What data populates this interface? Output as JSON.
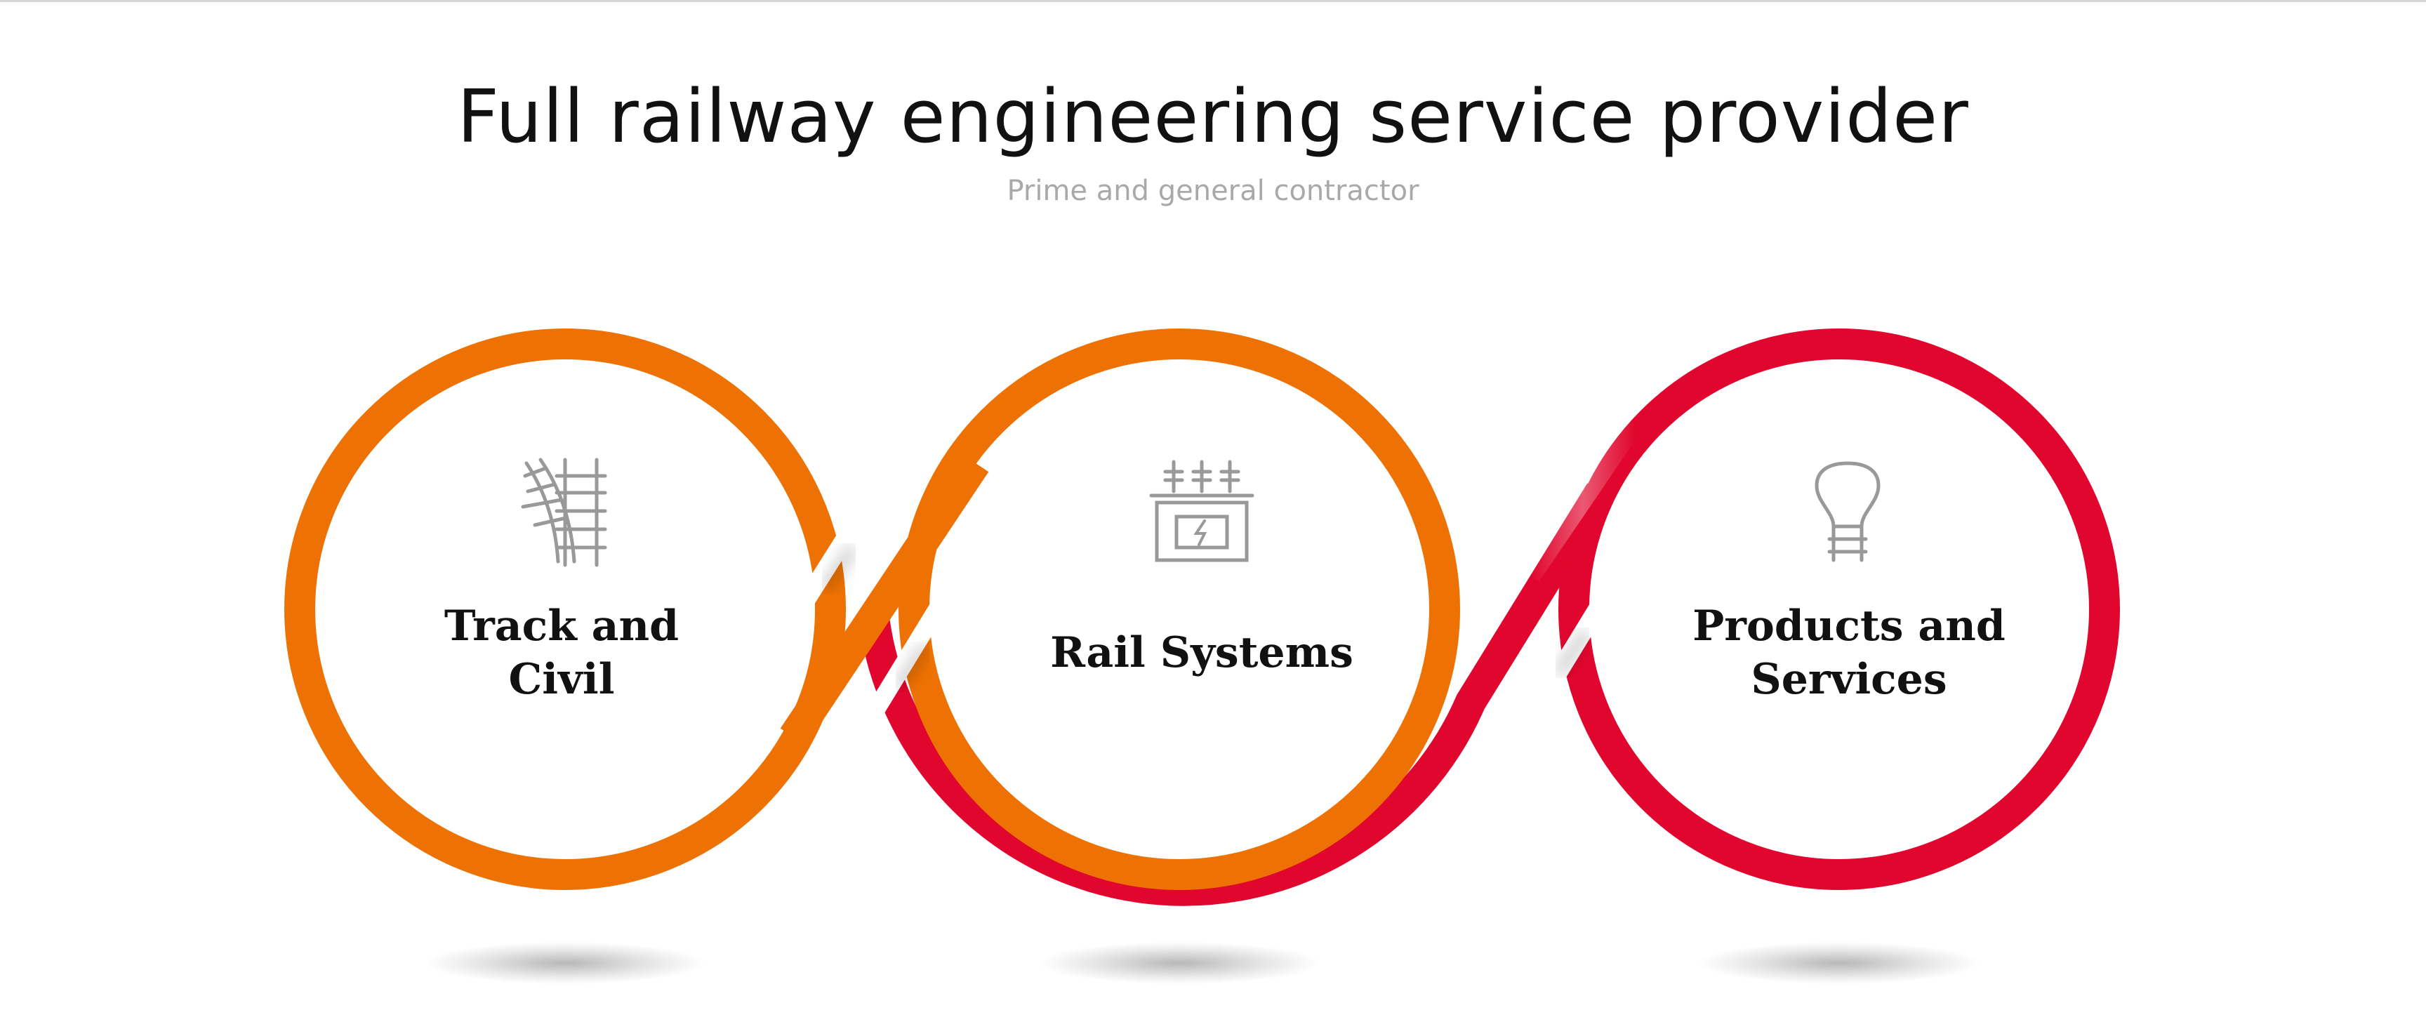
{
  "header": {
    "title": "Full railway engineering service provider",
    "subtitle": "Prime and general contractor"
  },
  "colors": {
    "orange": "#ee7203",
    "red": "#e1062d",
    "icon": "#999999",
    "text": "#111111",
    "subtitle": "#a9a9a9"
  },
  "services": [
    {
      "icon": "track-switch-icon",
      "line1": "Track and",
      "line2": "Civil"
    },
    {
      "icon": "transformer-icon",
      "line1": "Rail Systems",
      "line2": ""
    },
    {
      "icon": "light-bulb-icon",
      "line1": "Products and",
      "line2": "Services"
    }
  ]
}
